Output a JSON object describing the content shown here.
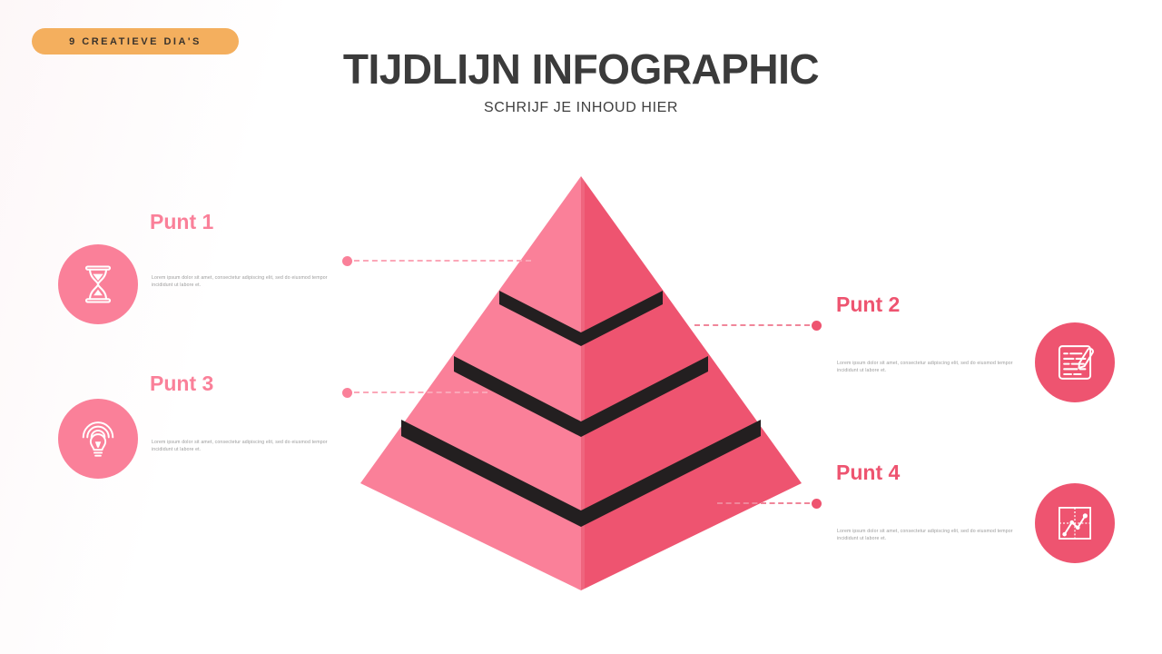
{
  "badge": {
    "label": "9 CREATIEVE DIA'S",
    "color": "#F4AF5E"
  },
  "header": {
    "title": "TIJDLIJN INFOGRAPHIC",
    "subtitle": "SCHRIJF JE INHOUD HIER"
  },
  "theme": {
    "pink_light": "#FA8099",
    "pink_dark": "#EE5470",
    "separator": "#231F20",
    "background": "#FFFFFF"
  },
  "pyramid": {
    "levels": 4,
    "left_face_color": "#FA8099",
    "right_face_color": "#EE5470",
    "separator_color": "#231F20"
  },
  "points": [
    {
      "id": "punt-1",
      "title": "Punt 1",
      "body": "Lorem ipsum dolor sit amet, consectetur adipiscing elit, sed do eiusmod tempor incididunt ut labore et.",
      "icon": "hourglass-icon",
      "color": "#FA8099",
      "side": "left"
    },
    {
      "id": "punt-2",
      "title": "Punt 2",
      "body": "Lorem ipsum dolor sit amet, consectetur adipiscing elit, sed do eiusmod tempor incididunt ut labore et.",
      "icon": "document-pencil-icon",
      "color": "#EE5470",
      "side": "right"
    },
    {
      "id": "punt-3",
      "title": "Punt 3",
      "body": "Lorem ipsum dolor sit amet, consectetur adipiscing elit, sed do eiusmod tempor incididunt ut labore et.",
      "icon": "lightbulb-idea-icon",
      "color": "#FA8099",
      "side": "left"
    },
    {
      "id": "punt-4",
      "title": "Punt 4",
      "body": "Lorem ipsum dolor sit amet, consectetur adipiscing elit, sed do eiusmod tempor incididunt ut labore et.",
      "icon": "line-chart-icon",
      "color": "#EE5470",
      "side": "right"
    }
  ]
}
